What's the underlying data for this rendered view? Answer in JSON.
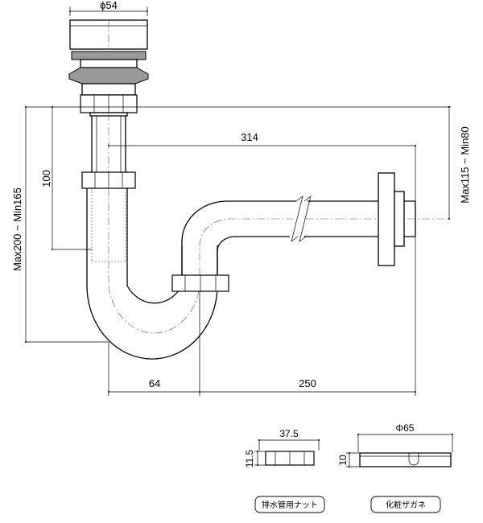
{
  "dimensions": {
    "top_diameter": "ϕ54",
    "horizontal_length": "314",
    "vertical_100": "100",
    "left_height": "Max200 ~ Min165",
    "right_height": "Max115 ~ Min80",
    "bottom_64": "64",
    "bottom_250": "250"
  },
  "parts": [
    {
      "name": "排水管用ナット",
      "width": "37.5",
      "height": "11.5"
    },
    {
      "name": "化粧ザガネ",
      "width": "Φ65",
      "height": "10"
    }
  ]
}
